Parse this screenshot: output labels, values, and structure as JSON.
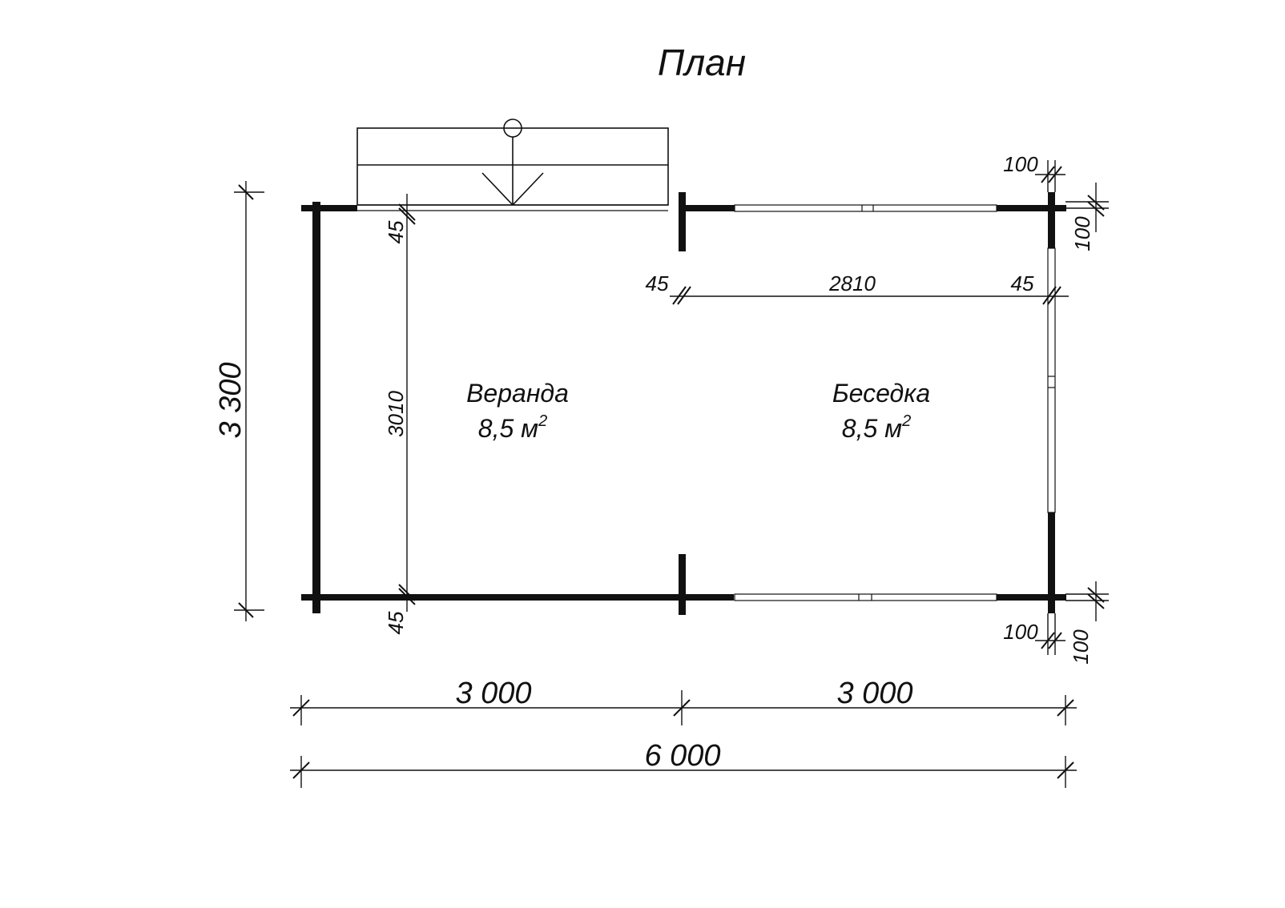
{
  "plan": {
    "title": "План",
    "rooms": [
      {
        "name": "Веранда",
        "area": "8,5 м",
        "sup": "2"
      },
      {
        "name": "Беседка",
        "area": "8,5 м",
        "sup": "2"
      }
    ],
    "dimensions": {
      "total_width": "6 000",
      "left_width": "3 000",
      "right_width": "3 000",
      "total_height": "3 300",
      "inner_height": "3010",
      "inner_width": "2810",
      "inner_offset_left": "45",
      "inner_offset_right": "45",
      "inner_offset_top": "45",
      "inner_offset_bottom": "45",
      "wall_top_horizontal": "100",
      "wall_top_vertical": "100",
      "wall_bottom_horizontal": "100",
      "wall_bottom_vertical": "100"
    }
  }
}
